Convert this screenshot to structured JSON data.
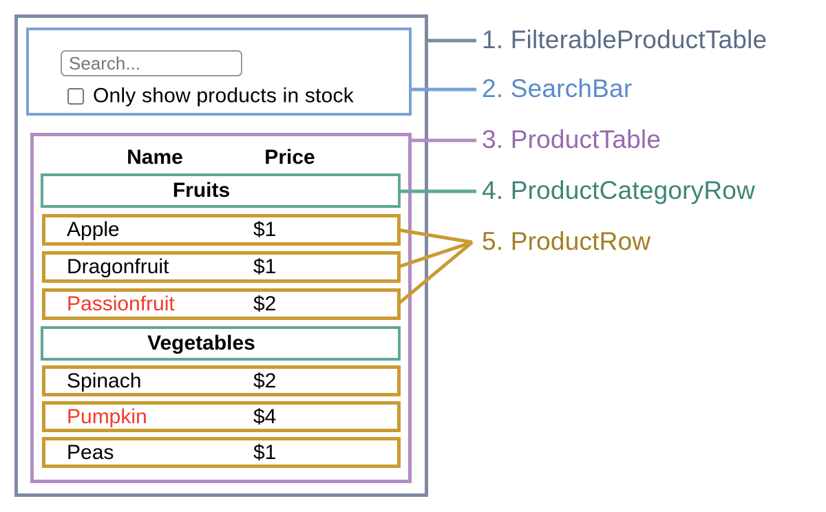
{
  "search_bar": {
    "input_placeholder": "Search...",
    "checkbox_label": "Only show products in stock"
  },
  "product_table": {
    "name_header": "Name",
    "price_header": "Price",
    "sections": [
      {
        "category": "Fruits",
        "rows": [
          {
            "name": "Apple",
            "price": "$1",
            "out_of_stock": false
          },
          {
            "name": "Dragonfruit",
            "price": "$1",
            "out_of_stock": false
          },
          {
            "name": "Passionfruit",
            "price": "$2",
            "out_of_stock": true
          }
        ]
      },
      {
        "category": "Vegetables",
        "rows": [
          {
            "name": "Spinach",
            "price": "$2",
            "out_of_stock": false
          },
          {
            "name": "Pumpkin",
            "price": "$4",
            "out_of_stock": true
          },
          {
            "name": "Peas",
            "price": "$1",
            "out_of_stock": false
          }
        ]
      }
    ]
  },
  "legend": [
    {
      "text": "1. FilterableProductTable",
      "color": "#5a6b87"
    },
    {
      "text": "2. SearchBar",
      "color": "#5b8cc8"
    },
    {
      "text": "3. ProductTable",
      "color": "#9569ae"
    },
    {
      "text": "4. ProductCategoryRow",
      "color": "#3e8577"
    },
    {
      "text": "5. ProductRow",
      "color": "#a27f22"
    }
  ],
  "colors": {
    "outer_border": "#7d8aa2",
    "searchbar_border": "#79a1d6",
    "producttable_border": "#b18cc5",
    "category_border": "#60a697",
    "row_border": "#c99b31",
    "out_of_stock_text": "#f13a2b",
    "input_border": "#999999",
    "placeholder_text": "#777777"
  }
}
